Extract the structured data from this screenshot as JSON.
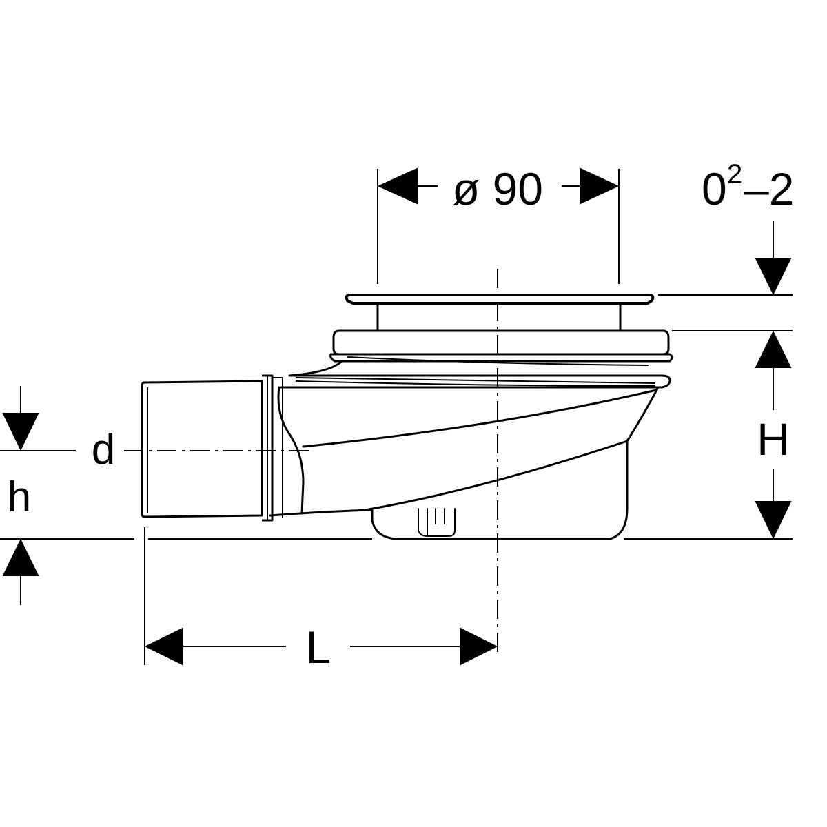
{
  "diagram": {
    "dimension_labels": {
      "diameter": "ø 90",
      "adjustment_base": "0",
      "adjustment_sup": "2",
      "adjustment_tail": "–2",
      "height": "H",
      "outlet_diameter": "d",
      "outlet_height": "h",
      "length": "L"
    },
    "colors": {
      "line": "#000000",
      "background": "#ffffff"
    }
  }
}
